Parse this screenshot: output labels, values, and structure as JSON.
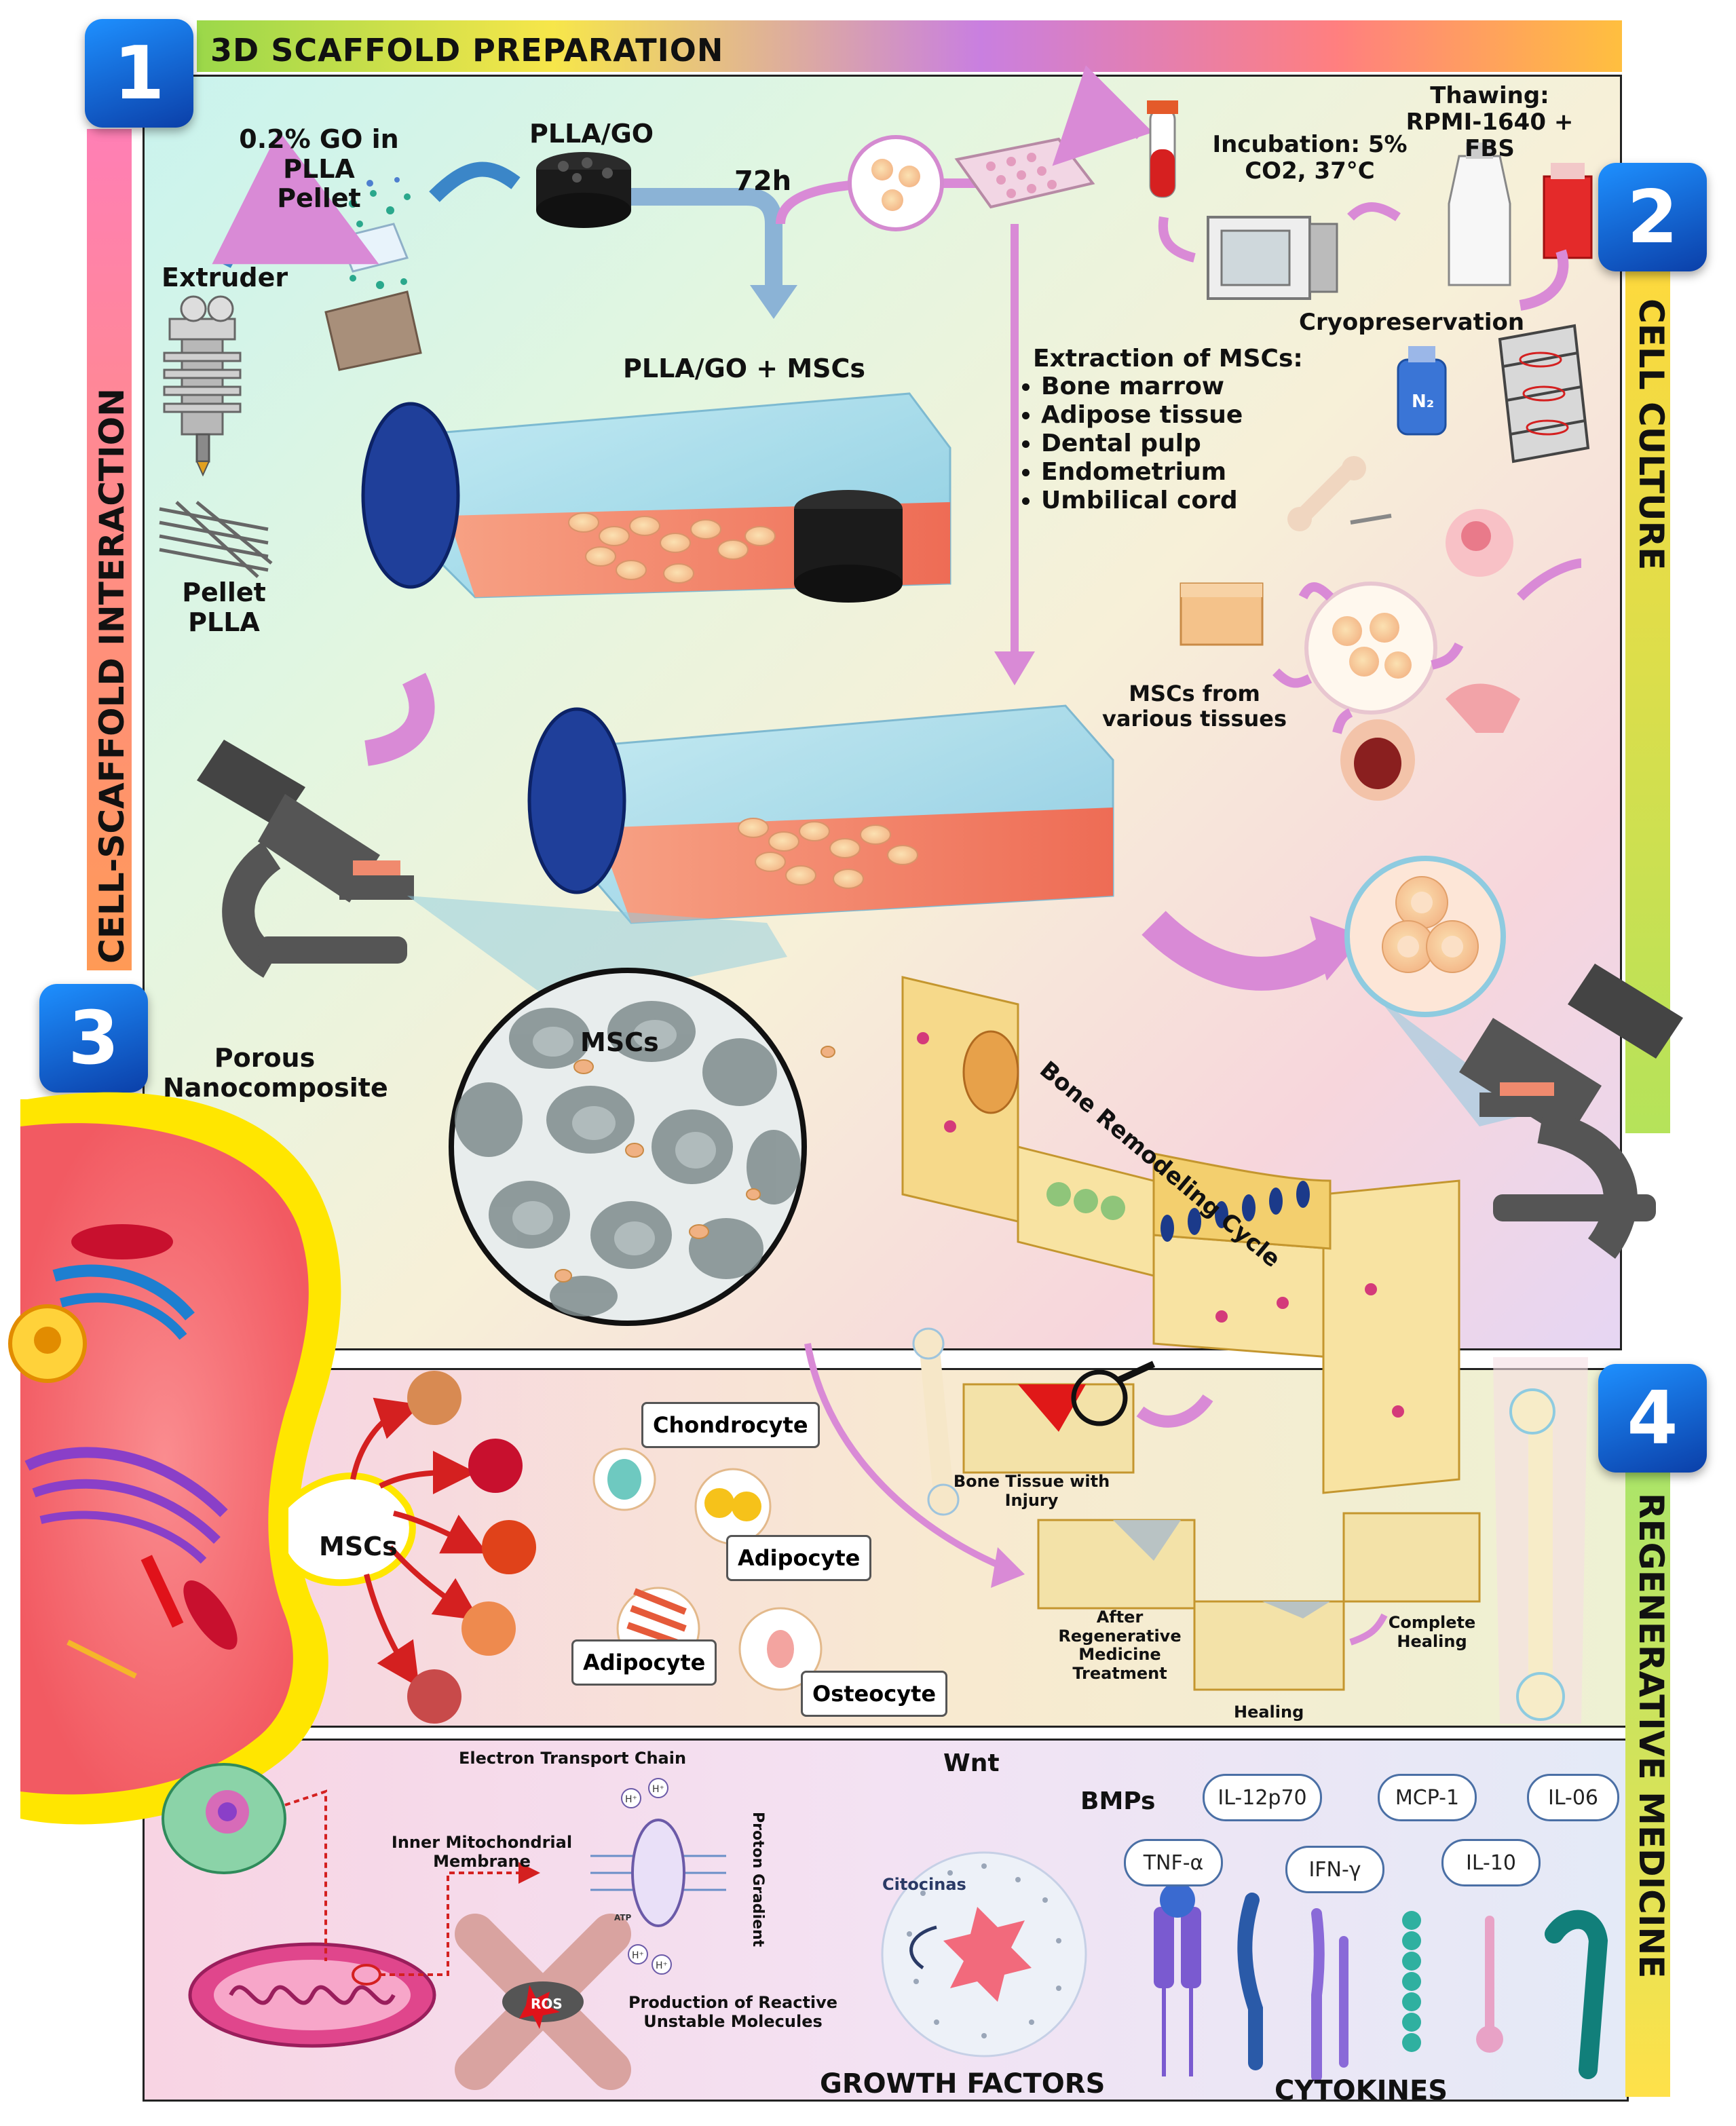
{
  "sections": {
    "s1": {
      "num": "1",
      "title": "3D SCAFFOLD PREPARATION"
    },
    "s2": {
      "num": "2",
      "title": "CELL CULTURE"
    },
    "s3": {
      "num": "3",
      "title": "CELL-SCAFFOLD INTERACTION"
    },
    "s4": {
      "num": "4",
      "title": "REGENERATIVE MEDICINE"
    }
  },
  "scaffold": {
    "go_label_1": "0.2% GO in PLLA",
    "go_label_2": "Pellet",
    "plla_go": "PLLA/GO",
    "time": "72h",
    "extruder": "Extruder",
    "pellet_1": "Pellet",
    "pellet_2": "PLLA",
    "plla_go_mscs": "PLLA/GO + MSCs",
    "porous_1": "Porous",
    "porous_2": "Nanocomposite",
    "mscs_zoom": "MSCs"
  },
  "culture": {
    "incubation_1": "Incubation: 5%",
    "incubation_2": "CO2, 37°C",
    "thawing_1": "Thawing:",
    "thawing_2": "RPMI-1640 +",
    "thawing_3": "FBS",
    "cryo": "Cryopreservation",
    "n2": "N₂",
    "extraction_title": "Extraction of MSCs:",
    "extraction_items": [
      "Bone marrow",
      "Adipose tissue",
      "Dental pulp",
      "Endometrium",
      "Umbilical cord"
    ],
    "various_1": "MSCs from",
    "various_2": "various tissues"
  },
  "bone": {
    "cycle": "Bone Remodeling Cycle",
    "injury_1": "Bone Tissue with",
    "injury_2": "Injury",
    "after_1": "After",
    "after_2": "Regenerative",
    "after_3": "Medicine",
    "after_4": "Treatment",
    "healing": "Healing",
    "complete_1": "Complete",
    "complete_2": "Healing"
  },
  "differentiation": {
    "mscs": "MSCs",
    "chondrocyte": "Chondrocyte",
    "adipocyte_1": "Adipocyte",
    "adipocyte_2": "Adipocyte",
    "osteocyte": "Osteocyte"
  },
  "mito": {
    "etc": "Electron Transport Chain",
    "imm_1": "Inner Mitochondrial",
    "imm_2": "Membrane",
    "proton": "Proton Gradient",
    "ros_1": "Production of Reactive",
    "ros_2": "Unstable Molecules",
    "ros_tag": "ROS",
    "hplus": "H⁺",
    "atp": "ATP"
  },
  "factors": {
    "wnt": "Wnt",
    "bmps": "BMPs",
    "citocinas": "Citocinas",
    "growth": "GROWTH FACTORS",
    "cytokines": "CYTOKINES",
    "pills": [
      "IL-12p70",
      "MCP-1",
      "IL-06",
      "TNF-α",
      "IFN-γ",
      "IL-10"
    ]
  },
  "colors": {
    "badge": "#1565d8",
    "flask_cap": "#1f3f9a",
    "medium": "#f08a6e",
    "arrow_pink": "#d98ad6",
    "red_arrow": "#d42020",
    "cell_yellow": "#ffe600",
    "cell_body": "#f76e72"
  }
}
